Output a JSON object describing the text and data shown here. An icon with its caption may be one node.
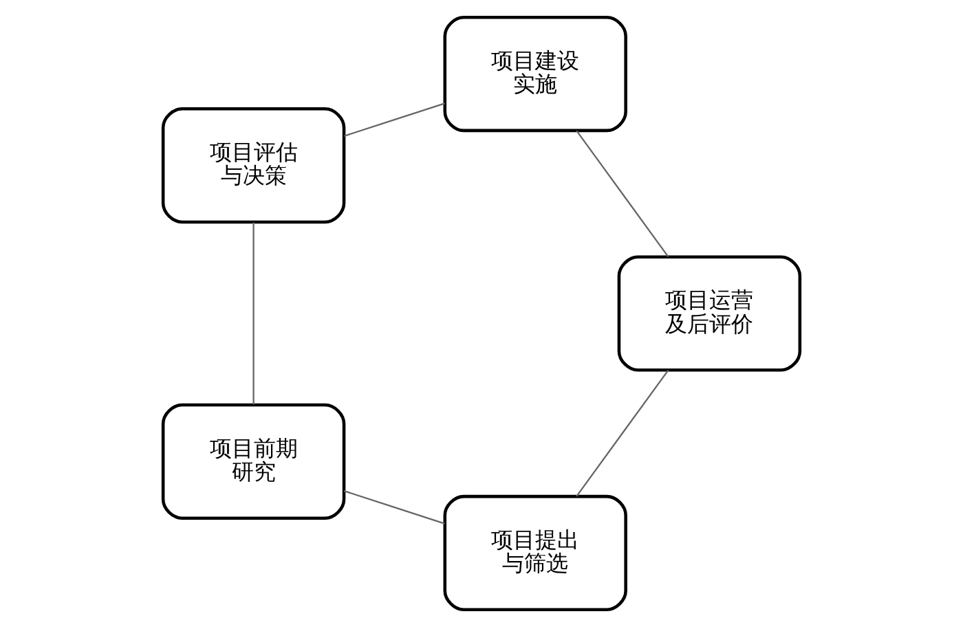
{
  "diagram": {
    "nodes": [
      {
        "text": [
          "项目提出与筛选"
        ]
      },
      {
        "text": [
          "项目前期研究"
        ]
      },
      {
        "text": [
          "项目评估与决策"
        ]
      },
      {
        "text": [
          "项目建设实施"
        ]
      },
      {
        "text": [
          "项目运营及后评价"
        ]
      }
    ],
    "edges": [
      {
        "from": 0,
        "to": 1,
        "arrow": "none"
      },
      {
        "from": 1,
        "to": 2,
        "arrow": "none"
      },
      {
        "from": 2,
        "to": 3,
        "arrow": "none"
      },
      {
        "from": 3,
        "to": 4,
        "arrow": "none"
      },
      {
        "from": 4,
        "to": 0,
        "arrow": "none"
      }
    ]
  }
}
